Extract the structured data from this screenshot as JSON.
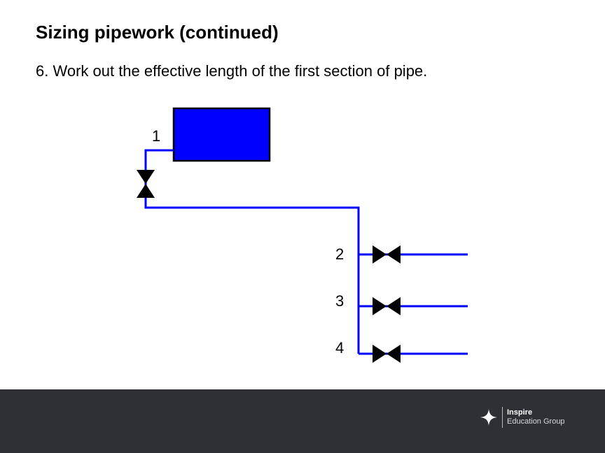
{
  "slide": {
    "title": "Sizing pipework (continued)",
    "instruction": "6. Work out the effective length of the first section of pipe."
  },
  "diagram": {
    "pipe_color": "#0000ff",
    "tank_color": "#0000ff",
    "valve_color": "#000000",
    "labels": {
      "outlet_1": "1",
      "outlet_2": "2",
      "outlet_3": "3",
      "outlet_4": "4"
    }
  },
  "footer": {
    "background": "#2e3036",
    "logo_line1": "Inspire",
    "logo_line2": "Education Group",
    "logo_icon": "star-icon"
  }
}
